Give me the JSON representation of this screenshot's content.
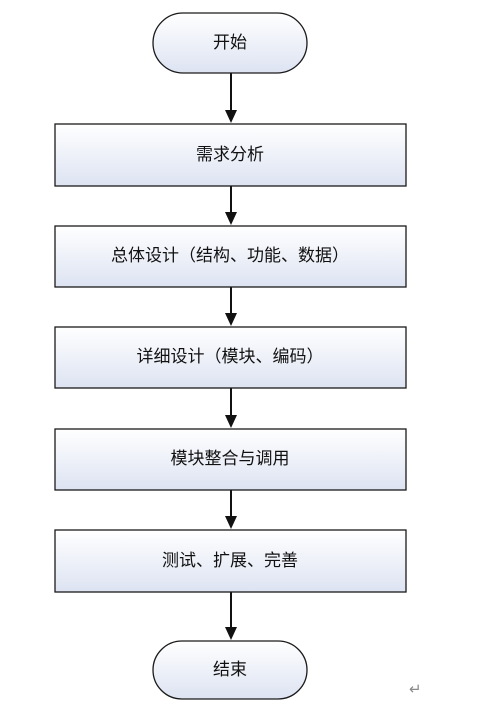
{
  "flowchart": {
    "nodes": [
      {
        "id": "start",
        "label": "开始",
        "shape": "terminal"
      },
      {
        "id": "requirements",
        "label": "需求分析",
        "shape": "process"
      },
      {
        "id": "overall_design",
        "label": "总体设计（结构、功能、数据）",
        "shape": "process"
      },
      {
        "id": "detailed_design",
        "label": "详细设计（模块、编码）",
        "shape": "process"
      },
      {
        "id": "integration",
        "label": "模块整合与调用",
        "shape": "process"
      },
      {
        "id": "testing",
        "label": "测试、扩展、完善",
        "shape": "process"
      },
      {
        "id": "end",
        "label": "结束",
        "shape": "terminal"
      }
    ],
    "edges": [
      {
        "from": "start",
        "to": "requirements"
      },
      {
        "from": "requirements",
        "to": "overall_design"
      },
      {
        "from": "overall_design",
        "to": "detailed_design"
      },
      {
        "from": "detailed_design",
        "to": "integration"
      },
      {
        "from": "integration",
        "to": "testing"
      },
      {
        "from": "testing",
        "to": "end"
      }
    ]
  },
  "paragraph_mark": "↵",
  "colors": {
    "box_fill_top": "#ffffff",
    "box_fill_bottom": "#dde3f2",
    "stroke": "#1a1a1a"
  }
}
